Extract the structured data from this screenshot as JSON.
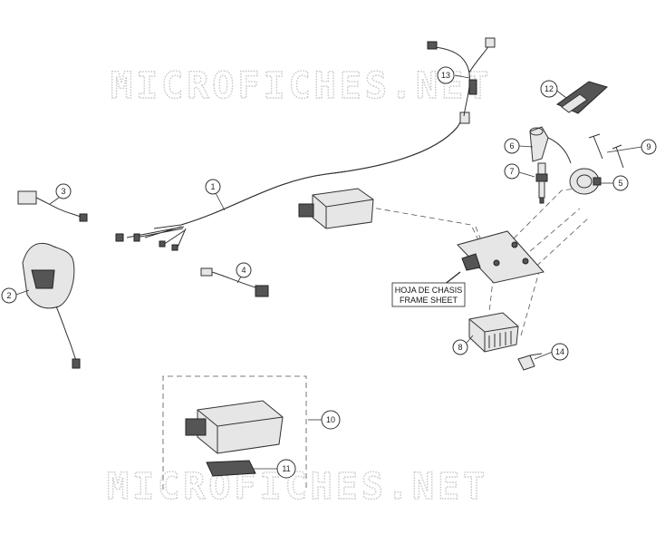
{
  "watermark": "MICROFICHES.NET",
  "frame_sheet_label": {
    "line1": "HOJA DE CHASIS",
    "line2": "FRAME SHEET"
  },
  "callouts": [
    "1",
    "2",
    "3",
    "4",
    "5",
    "6",
    "7",
    "8",
    "9",
    "10",
    "11",
    "12",
    "13",
    "14"
  ]
}
